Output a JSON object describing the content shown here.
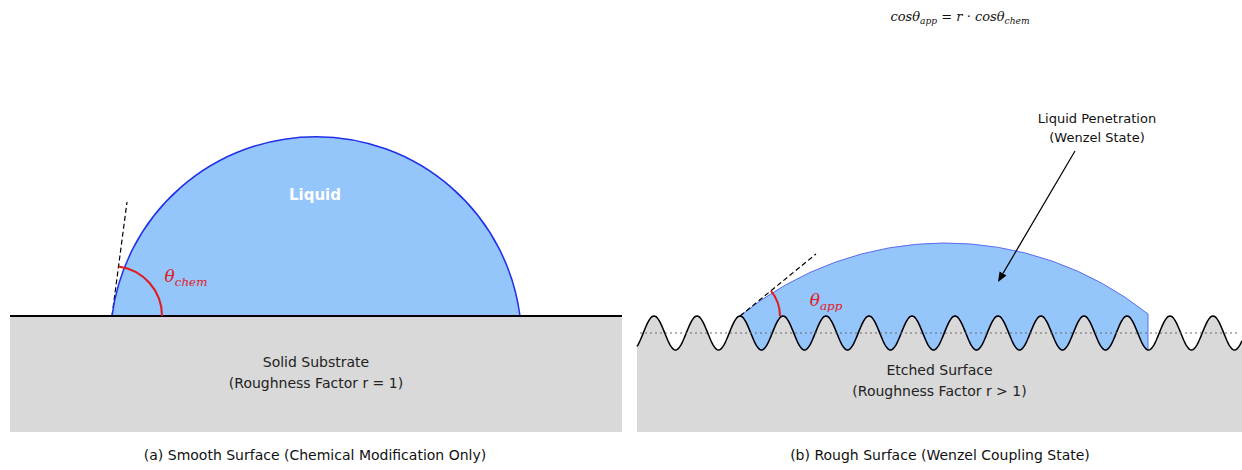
{
  "diagram": {
    "nodes": [
      {
        "text": [
          "Liquid"
        ]
      },
      {
        "text": [
          "Solid Substrate",
          "(Roughness Factor r = 1)"
        ]
      },
      {
        "text": [
          "Etched Surface",
          "(Roughness Factor r > 1)"
        ]
      }
    ],
    "labels": [
      "cosθapp = r · cosθchem",
      "θchem",
      "θapp",
      "Liquid Penetration (Wenzel State)",
      "(a) Smooth Surface (Chemical Modification Only)",
      "(b) Rough Surface (Wenzel Coupling State)"
    ]
  }
}
